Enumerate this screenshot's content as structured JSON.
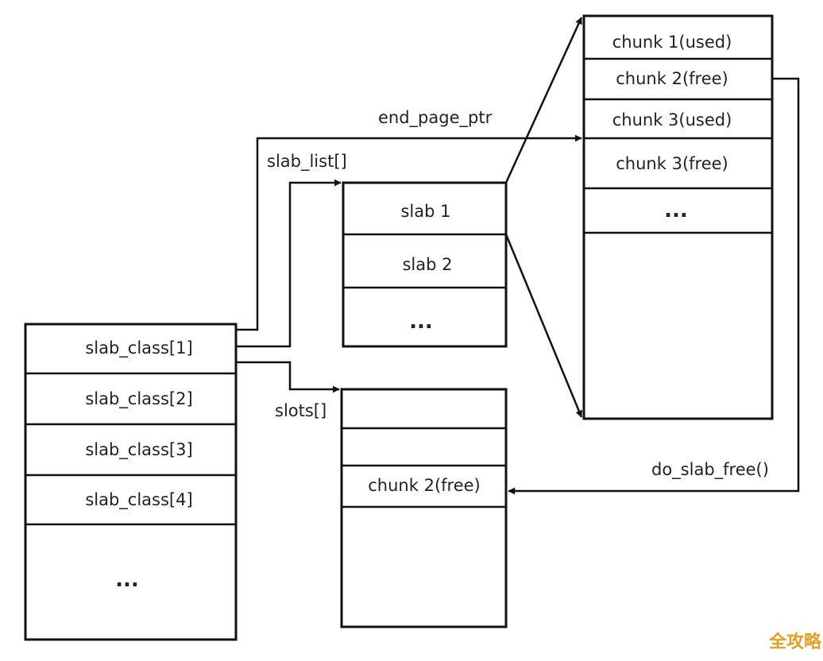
{
  "slab_classes": {
    "rows": [
      "slab_class[1]",
      "slab_class[2]",
      "slab_class[3]",
      "slab_class[4]",
      "..."
    ]
  },
  "slab_list": {
    "label": "slab_list[]",
    "rows": [
      "slab 1",
      "slab 2",
      "..."
    ]
  },
  "chunks": {
    "rows": [
      "chunk 1(used)",
      "chunk 2(free)",
      "chunk 3(used)",
      "chunk 3(free)",
      "..."
    ]
  },
  "slots": {
    "label": "slots[]",
    "rows": [
      "",
      "",
      "chunk 2(free)"
    ]
  },
  "labels": {
    "end_page_ptr": "end_page_ptr",
    "do_slab_free": "do_slab_free()"
  },
  "watermark": "全攻略"
}
